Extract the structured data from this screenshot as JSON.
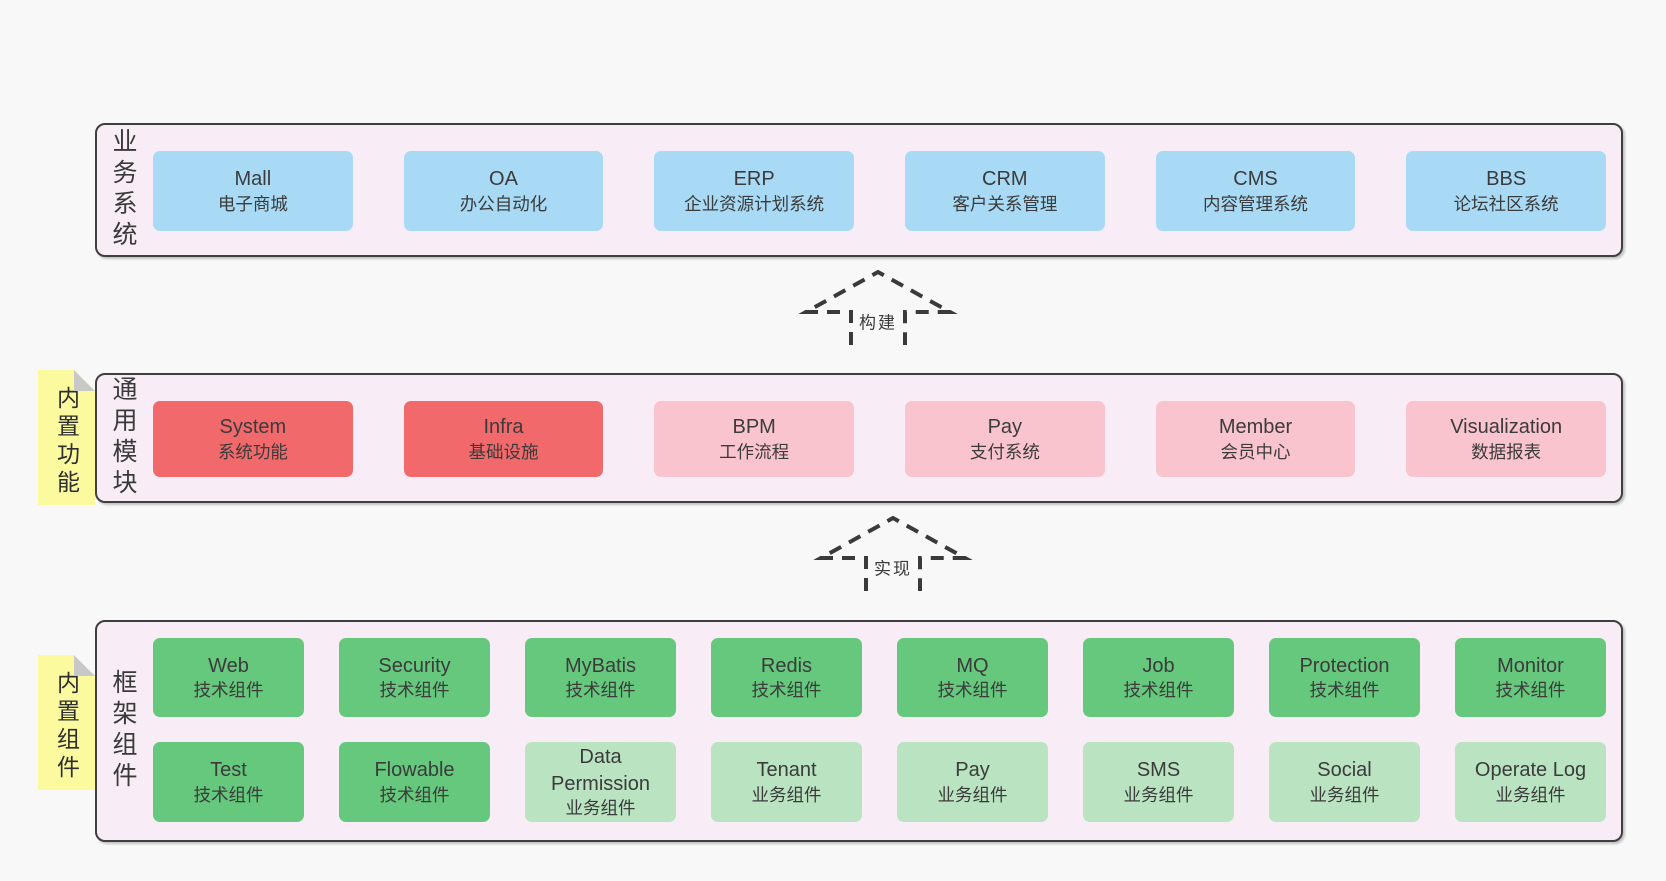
{
  "page": {
    "background": "#f8f8f8"
  },
  "colors": {
    "panel_bg": "#f8edf6",
    "panel_border": "#3f3f3f",
    "box_blue": "#a8daf5",
    "box_red": "#f1696b",
    "box_pink": "#fac4ce",
    "box_green": "#65c87c",
    "box_light_green": "#b9e3c1",
    "note_yellow": "#fbfa9e",
    "note_fold_gray": "#c8c8c8",
    "text": "#3b3b3b",
    "arrow_dash": "#3a3a3a"
  },
  "arrows": [
    {
      "label": "构建"
    },
    {
      "label": "实现"
    }
  ],
  "sections": [
    {
      "label": "业务系统",
      "boxes": [
        {
          "name": "Mall",
          "desc": "电子商城"
        },
        {
          "name": "OA",
          "desc": "办公自动化"
        },
        {
          "name": "ERP",
          "desc": "企业资源计划系统"
        },
        {
          "name": "CRM",
          "desc": "客户关系管理"
        },
        {
          "name": "CMS",
          "desc": "内容管理系统"
        },
        {
          "name": "BBS",
          "desc": "论坛社区系统"
        }
      ]
    },
    {
      "label": "通用模块",
      "note": "内置功能",
      "boxes": [
        {
          "name": "System",
          "desc": "系统功能"
        },
        {
          "name": "Infra",
          "desc": "基础设施"
        },
        {
          "name": "BPM",
          "desc": "工作流程"
        },
        {
          "name": "Pay",
          "desc": "支付系统"
        },
        {
          "name": "Member",
          "desc": "会员中心"
        },
        {
          "name": "Visualization",
          "desc": "数据报表"
        }
      ]
    },
    {
      "label": "框架组件",
      "note": "内置组件",
      "boxes": [
        {
          "name": "Web",
          "desc": "技术组件"
        },
        {
          "name": "Security",
          "desc": "技术组件"
        },
        {
          "name": "MyBatis",
          "desc": "技术组件"
        },
        {
          "name": "Redis",
          "desc": "技术组件"
        },
        {
          "name": "MQ",
          "desc": "技术组件"
        },
        {
          "name": "Job",
          "desc": "技术组件"
        },
        {
          "name": "Protection",
          "desc": "技术组件"
        },
        {
          "name": "Monitor",
          "desc": "技术组件"
        },
        {
          "name": "Test",
          "desc": "技术组件"
        },
        {
          "name": "Flowable",
          "desc": "技术组件"
        },
        {
          "name": "Data Permission",
          "desc": "业务组件"
        },
        {
          "name": "Tenant",
          "desc": "业务组件"
        },
        {
          "name": "Pay",
          "desc": "业务组件"
        },
        {
          "name": "SMS",
          "desc": "业务组件"
        },
        {
          "name": "Social",
          "desc": "业务组件"
        },
        {
          "name": "Operate Log",
          "desc": "业务组件"
        }
      ]
    }
  ]
}
